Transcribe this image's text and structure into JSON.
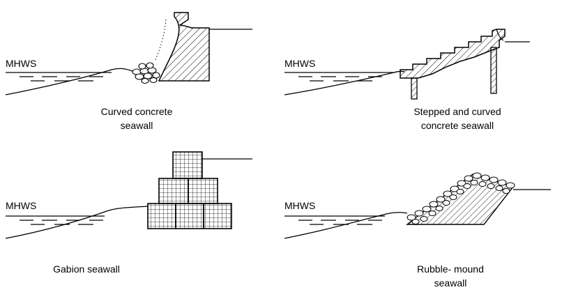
{
  "panels": [
    {
      "tide_label": "MHWS",
      "caption_line1": "Curved concrete",
      "caption_line2": "seawall"
    },
    {
      "tide_label": "MHWS",
      "caption_line1": "Stepped and curved",
      "caption_line2": "concrete seawall"
    },
    {
      "tide_label": "MHWS",
      "caption_line1": "Gabion seawall",
      "caption_line2": ""
    },
    {
      "tide_label": "MHWS",
      "caption_line1": "Rubble- mound",
      "caption_line2": "seawall"
    }
  ],
  "colors": {
    "ink": "#000000",
    "paper": "#ffffff"
  }
}
